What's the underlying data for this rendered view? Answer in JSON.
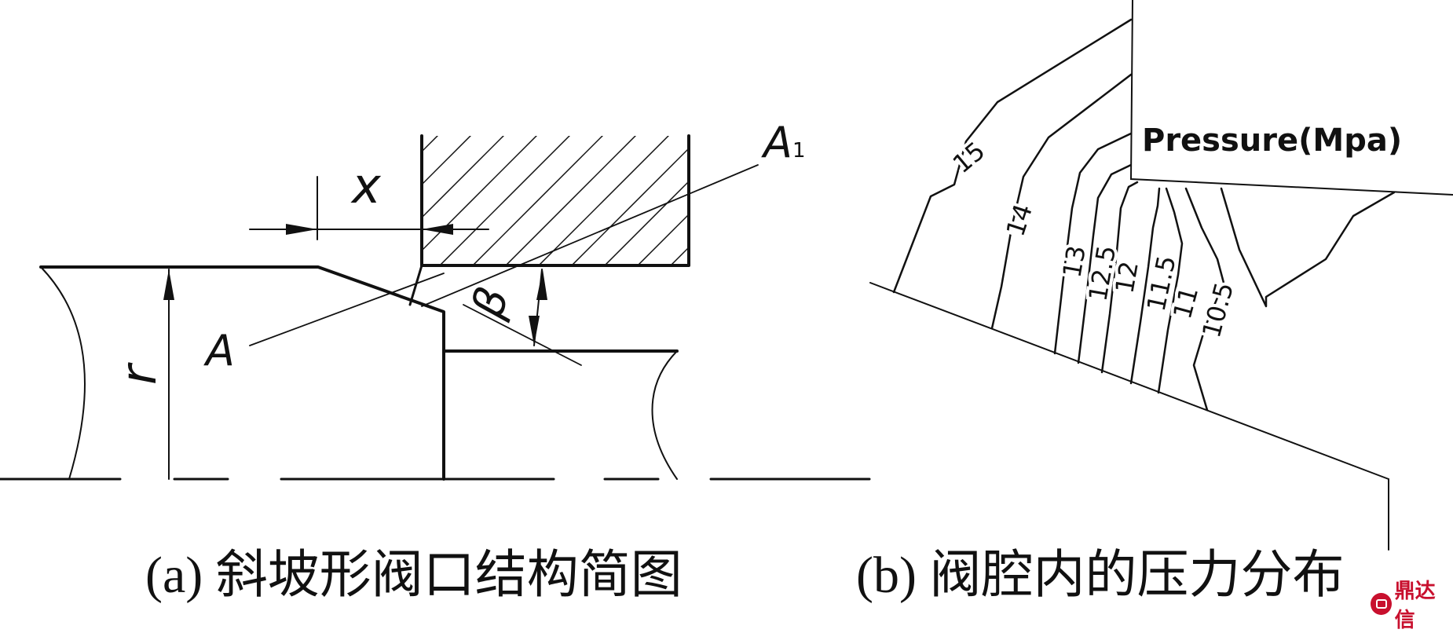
{
  "panel_a": {
    "caption": "(a) 斜坡形阀口结构简图",
    "labels": {
      "x": "x",
      "A1_main": "A",
      "A1_sub": "1",
      "A": "A",
      "beta": "β",
      "r": "r"
    }
  },
  "panel_b": {
    "caption": "(b) 阀腔内的压力分布",
    "legend_title": "Pressure(Mpa)",
    "contour_labels": [
      "15",
      "14",
      "13",
      "12.5",
      "12",
      "11.5",
      "11",
      "10.5"
    ]
  },
  "watermark": {
    "text": "鼎达信"
  },
  "colors": {
    "line": "#111111",
    "brand": "#c8102e"
  }
}
